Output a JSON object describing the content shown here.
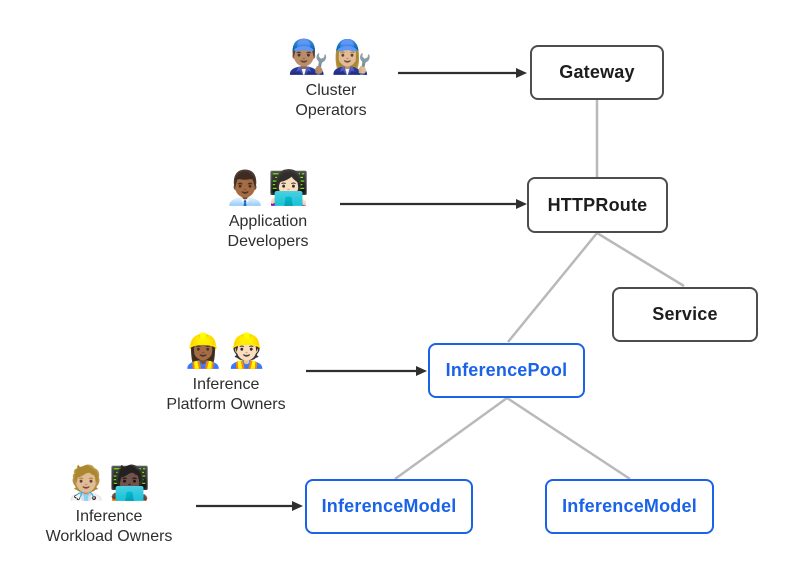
{
  "diagram": {
    "personas": [
      {
        "name": "Cluster Operators",
        "emojis": "👨🏽‍🔧👩🏼‍🔧",
        "emoji_names": [
          "man-mechanic-icon",
          "woman-mechanic-icon"
        ],
        "label": "Cluster\nOperators"
      },
      {
        "name": "Application Developers",
        "emojis": "👨🏾‍💼👩🏻‍💻",
        "emoji_names": [
          "man-office-worker-icon",
          "woman-technologist-icon"
        ],
        "label": "Application\nDevelopers"
      },
      {
        "name": "Inference Platform Owners",
        "emojis": "👷🏾‍♀️👷🏻",
        "emoji_names": [
          "woman-construction-worker-icon",
          "construction-worker-icon"
        ],
        "label": "Inference\nPlatform Owners"
      },
      {
        "name": "Inference Workload Owners",
        "emojis": "🧑🏼‍⚕️🧑🏿‍💻",
        "emoji_names": [
          "health-worker-icon",
          "person-technologist-icon"
        ],
        "label": "Inference\nWorkload Owners"
      }
    ],
    "nodes": [
      {
        "id": "gateway",
        "label": "Gateway",
        "style": "standard"
      },
      {
        "id": "httproute",
        "label": "HTTPRoute",
        "style": "standard"
      },
      {
        "id": "service",
        "label": "Service",
        "style": "standard"
      },
      {
        "id": "inferencepool",
        "label": "InferencePool",
        "style": "highlight"
      },
      {
        "id": "inferencemodel-left",
        "label": "InferenceModel",
        "style": "highlight"
      },
      {
        "id": "inferencemodel-right",
        "label": "InferenceModel",
        "style": "highlight"
      }
    ],
    "edges": [
      {
        "from": "cluster-operators",
        "to": "gateway",
        "kind": "arrow"
      },
      {
        "from": "application-developers",
        "to": "httproute",
        "kind": "arrow"
      },
      {
        "from": "inference-platform-owners",
        "to": "inferencepool",
        "kind": "arrow"
      },
      {
        "from": "inference-workload-owners",
        "to": "inferencemodel-left",
        "kind": "arrow"
      },
      {
        "from": "gateway",
        "to": "httproute",
        "kind": "connector"
      },
      {
        "from": "httproute",
        "to": "inferencepool",
        "kind": "connector"
      },
      {
        "from": "httproute",
        "to": "service",
        "kind": "connector"
      },
      {
        "from": "inferencepool",
        "to": "inferencemodel-left",
        "kind": "connector"
      },
      {
        "from": "inferencepool",
        "to": "inferencemodel-right",
        "kind": "connector"
      }
    ],
    "colors": {
      "standard_border": "#4d4d4d",
      "highlight": "#1a63e8",
      "connector": "#b9b9b9",
      "arrow": "#2f2f2f",
      "text": "#1d1d1d",
      "persona_text": "#2e2e2e"
    }
  }
}
